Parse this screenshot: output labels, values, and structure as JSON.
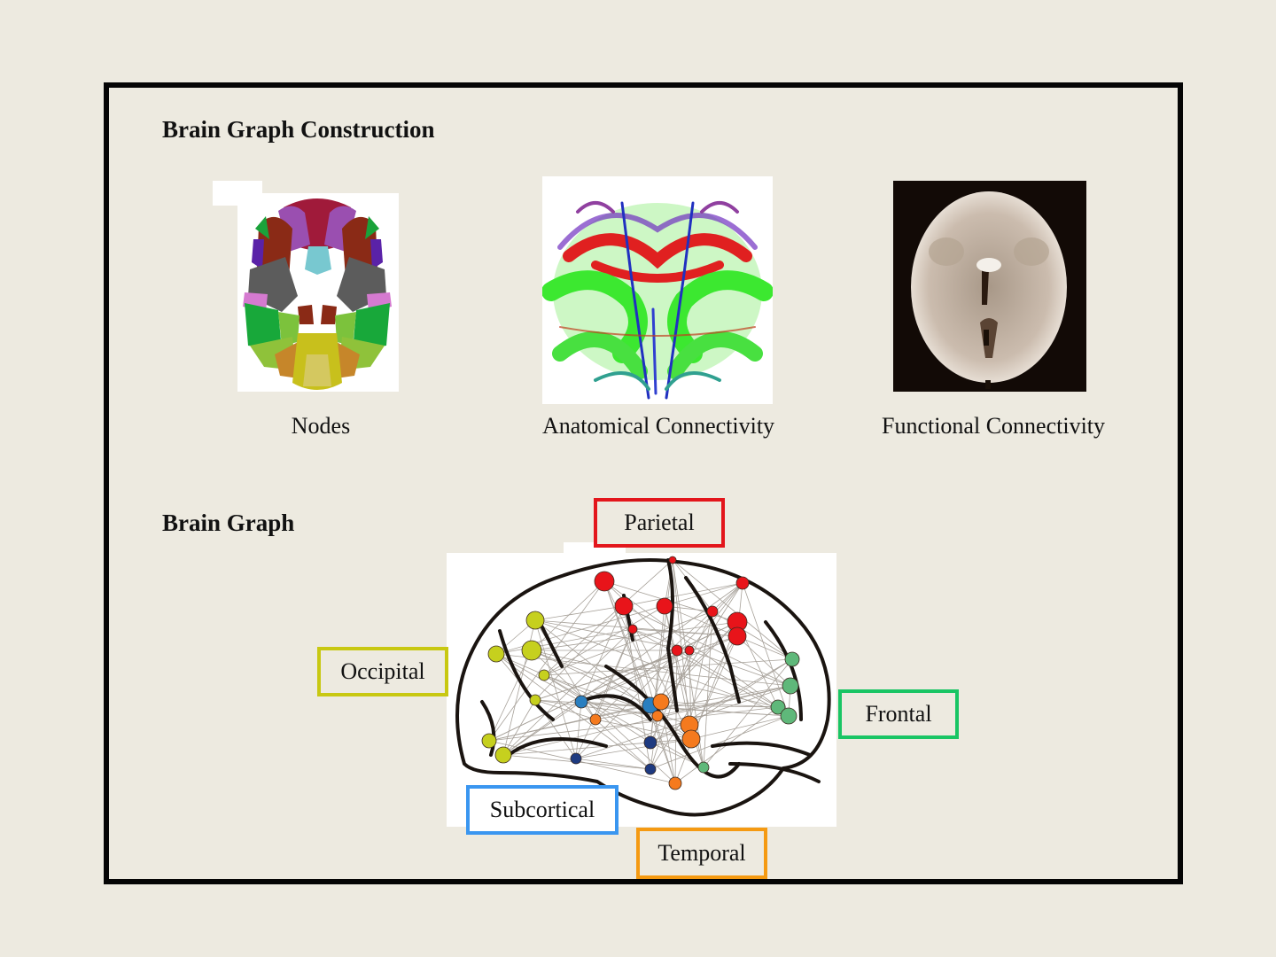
{
  "headings": {
    "construction": "Brain Graph Construction",
    "graph": "Brain Graph"
  },
  "panels": [
    {
      "id": "nodes",
      "caption": "Nodes",
      "depicts": "axial brain parcellation atlas (colored regions)"
    },
    {
      "id": "anatomical",
      "caption": "Anatomical Connectivity",
      "depicts": "coronal DTI tractography fiber bundles"
    },
    {
      "id": "functional",
      "caption": "Functional Connectivity",
      "depicts": "axial fMRI slice (grayscale)"
    }
  ],
  "brain_graph": {
    "depicts": "sagittal brain outline with colored nodes and gray edges",
    "regions": [
      {
        "label": "Parietal",
        "color": "#e3161c"
      },
      {
        "label": "Occipital",
        "color": "#c8c812"
      },
      {
        "label": "Frontal",
        "color": "#19c564"
      },
      {
        "label": "Subcortical",
        "color": "#3a96f0"
      },
      {
        "label": "Temporal",
        "color": "#f59a12"
      }
    ],
    "node_colors": {
      "parietal": "#e8141a",
      "occipital": "#c6d01e",
      "frontal": "#5fb87a",
      "subcortical_light": "#2a7fc0",
      "subcortical_dark": "#1e3a80",
      "temporal": "#f57a1e"
    }
  }
}
